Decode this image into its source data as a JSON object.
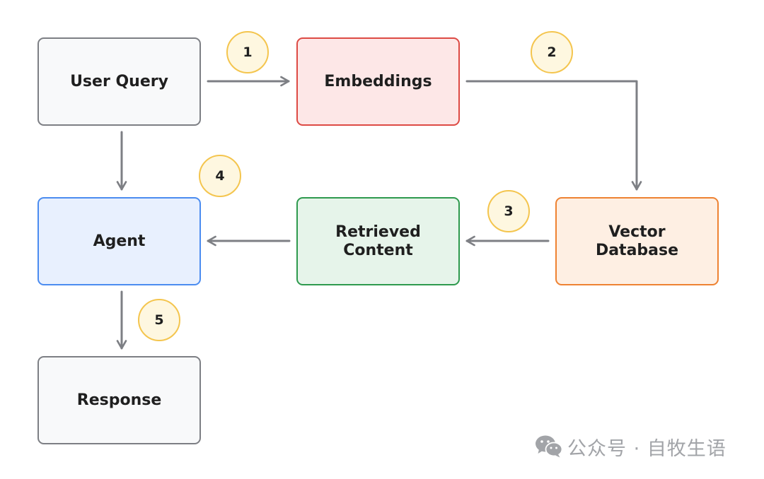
{
  "diagram": {
    "nodes": {
      "user_query": "User Query",
      "embeddings": "Embeddings",
      "agent": "Agent",
      "retrieved_content": [
        "Retrieved",
        "Content"
      ],
      "vector_database": [
        "Vector",
        "Database"
      ],
      "response": "Response"
    },
    "steps": [
      "1",
      "2",
      "3",
      "4",
      "5"
    ],
    "edges": [
      {
        "from": "user_query",
        "to": "embeddings",
        "step": "1"
      },
      {
        "from": "embeddings",
        "to": "vector_database",
        "step": "2"
      },
      {
        "from": "vector_database",
        "to": "retrieved_content",
        "step": "3"
      },
      {
        "from": "retrieved_content",
        "to": "agent",
        "step": "4"
      },
      {
        "from": "user_query",
        "to": "agent"
      },
      {
        "from": "agent",
        "to": "response",
        "step": "5"
      }
    ],
    "colors": {
      "neutral_fill": "#f8f9fa",
      "embeddings_fill": "#fde7e7",
      "embeddings_border": "#dd4a44",
      "agent_fill": "#e8f0fe",
      "agent_border": "#4b8cf0",
      "retrieved_fill": "#e6f4ea",
      "retrieved_border": "#2e9a4e",
      "vector_fill": "#feefe3",
      "vector_border": "#ee8232",
      "step_fill": "#fef7e0",
      "step_border": "#f4c54e",
      "arrow": "#7d7f84"
    }
  },
  "watermark": {
    "icon": "wechat-icon",
    "text": "公众号 · 自牧生语"
  }
}
